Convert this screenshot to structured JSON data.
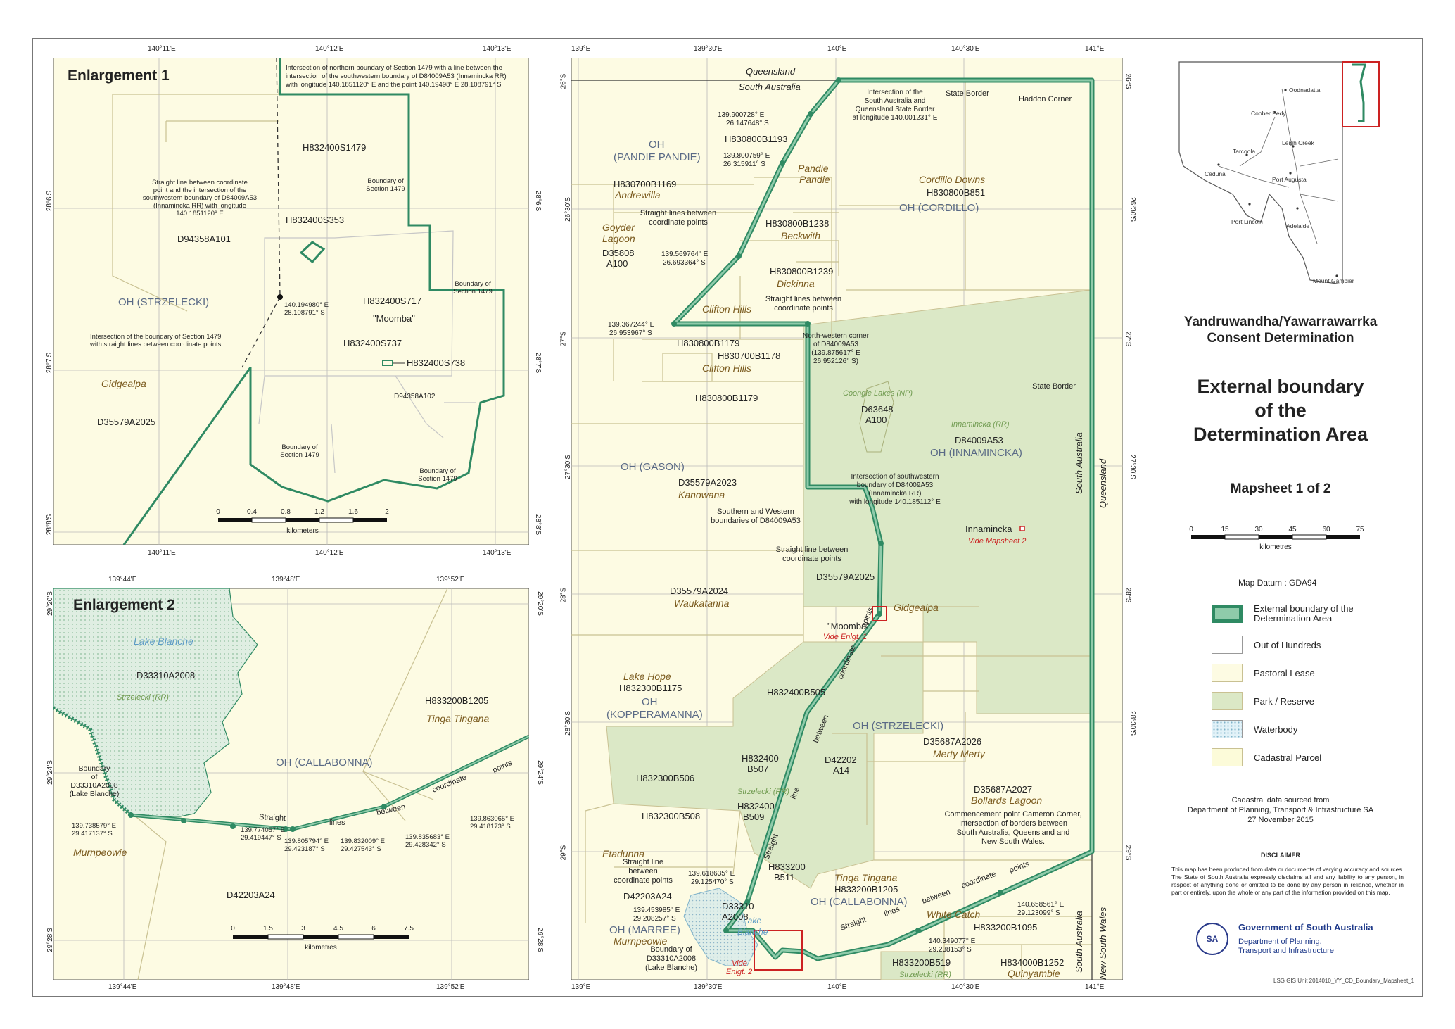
{
  "enlargement1": {
    "title": "Enlargement 1",
    "top_ticks": [
      "140°11'E",
      "140°12'E",
      "140°13'E"
    ],
    "bottom_ticks": [
      "140°11'E",
      "140°12'E",
      "140°13'E"
    ],
    "left_ticks": [
      "28°6'S",
      "28°7'S",
      "28°8'S"
    ],
    "right_ticks": [
      "28°6'S",
      "28°7'S",
      "28°8'S"
    ],
    "labels": {
      "s1479": "H832400S1479",
      "s353": "H832400S353",
      "d94358a101": "D94358A101",
      "strzelecki": "OH (STRZELECKI)",
      "s717": "H832400S717",
      "moomba": "\"Moomba\"",
      "s737": "H832400S737",
      "s738": "H832400S738",
      "gidgealpa": "Gidgealpa",
      "d35579a2025": "D35579A2025",
      "d94358a102": "D94358A102"
    },
    "annotations": {
      "top_note": [
        "Intersection of northern boundary of Section 1479 with a line between the",
        "intersection of the southwestern boundary of D84009A53 (Innamincka RR)",
        "with longitude 140.1851120° E and the point 140.19498° E 28.108791° S"
      ],
      "straight_line": [
        "Straight line between coordinate",
        "point and the intersection of the",
        "southwestern boundary of D84009A53",
        "(Innamincka RR) with longitude",
        "140.1851120° E"
      ],
      "boundary1": [
        "Boundary of",
        "Section 1479"
      ],
      "boundary2": [
        "Boundary of",
        "Section 1479"
      ],
      "coord": [
        "140.194980° E",
        "28.108791° S"
      ],
      "intersection": [
        "Intersection of the boundary of Section 1479",
        "with straight lines between coordinate points"
      ],
      "boundary3": [
        "Boundary of",
        "Section 1479"
      ],
      "boundary4": [
        "Boundary of",
        "Section 1479"
      ]
    },
    "scale": {
      "ticks": [
        "0",
        "0.4",
        "0.8",
        "1.2",
        "1.6",
        "2"
      ],
      "unit": "kilometers"
    }
  },
  "enlargement2": {
    "title": "Enlargement 2",
    "top_ticks": [
      "139°44'E",
      "139°48'E",
      "139°52'E"
    ],
    "bottom_ticks": [
      "139°44'E",
      "139°48'E",
      "139°52'E"
    ],
    "left_ticks": [
      "29°20'S",
      "29°24'S",
      "29°28'S"
    ],
    "right_ticks": [
      "29°20'S",
      "29°24'S",
      "29°28'S"
    ],
    "labels": {
      "lake_blanche": "Lake Blanche",
      "d33310": "D33310A2008",
      "strzelecki_rr": "Strzelecki (RR)",
      "h833200b1205": "H833200B1205",
      "tinga": "Tinga Tingana",
      "callabonna": "OH (CALLABONNA)",
      "boundary": [
        "Boundary",
        "of",
        "D33310A2008",
        "(Lake Blanche)"
      ],
      "murnpeowie": "Murnpeowie",
      "d42203a24": "D42203A24",
      "straight": "Straight",
      "lines": "lines",
      "between": "between",
      "coordinate": "coordinate",
      "points": "points"
    },
    "coords": [
      [
        "139.738579° E",
        "29.417137° S"
      ],
      [
        "139.774057° E",
        "29.419447° S"
      ],
      [
        "139.805794° E",
        "29.423187° S"
      ],
      [
        "139.832009° E",
        "29.427543° S"
      ],
      [
        "139.835683° E",
        "29.428342° S"
      ],
      [
        "139.863065° E",
        "29.418173° S"
      ]
    ],
    "scale": {
      "ticks": [
        "0",
        "1.5",
        "3",
        "4.5",
        "6",
        "7.5"
      ],
      "unit": "kilometres"
    }
  },
  "main_map": {
    "top_ticks": [
      "139°E",
      "139°30'E",
      "140°E",
      "140°30'E",
      "141°E"
    ],
    "bottom_ticks": [
      "139°E",
      "139°30'E",
      "140°E",
      "140°30'E",
      "141°E"
    ],
    "left_ticks": [
      "26°S",
      "26°30'S",
      "27°S",
      "27°30'S",
      "28°S",
      "28°30'S",
      "29°S"
    ],
    "right_ticks": [
      "26°S",
      "26°30'S",
      "27°S",
      "27°30'S",
      "28°S",
      "28°30'S",
      "29°S"
    ],
    "labels": {
      "queensland_top": "Queensland",
      "south_australia_top": "South Australia",
      "state_border_top": "State Border",
      "haddon_corner": "Haddon Corner",
      "qld_sb_note": [
        "Intersection of the",
        "South Australia and",
        "Queensland State Border",
        "at longitude 140.001231° E"
      ],
      "c1": [
        "139.900728° E",
        "26.147648° S"
      ],
      "b1193": "H830800B1193",
      "c2": [
        "139.800759° E",
        "26.315911° S"
      ],
      "oh_pandie": [
        "OH",
        "(PANDIE PANDIE)"
      ],
      "pandie": [
        "Pandie",
        "Pandie"
      ],
      "cordillo_downs": "Cordillo Downs",
      "b851": "H830800B851",
      "oh_cordillo": "OH (CORDILLO)",
      "b1169": "H830700B1169",
      "andrewilla": "Andrewilla",
      "straight_cp1": [
        "Straight lines between",
        "coordinate points"
      ],
      "b1238": "H830800B1238",
      "beckwith": "Beckwith",
      "goyder": [
        "Goyder",
        "Lagoon"
      ],
      "c3": [
        "139.569764° E",
        "26.693364° S"
      ],
      "d35808": [
        "D35808",
        "A100"
      ],
      "b1239": "H830800B1239",
      "dickinna": "Dickinna",
      "clifton1": "Clifton Hills",
      "straight_cp2": [
        "Straight lines between",
        "coordinate points"
      ],
      "c4": [
        "139.367244° E",
        "26.953967° S"
      ],
      "nw_corner": [
        "North-western corner",
        "of D84009A53",
        "(139.875617° E",
        "26.952126° S)"
      ],
      "b1179a": "H830800B1179",
      "b1178": "H830700B1178",
      "clifton2": "Clifton Hills",
      "b1179b": "H830800B1179",
      "coongie": "Coongie Lakes (NP)",
      "d63648": [
        "D63648",
        "A100"
      ],
      "state_border_right": "State Border",
      "innamincka_rr": "Innamincka (RR)",
      "d84009": "D84009A53",
      "oh_innamincka": "OH (INNAMINCKA)",
      "sa_vertical": "South Australia",
      "qld_vertical": "Queensland",
      "oh_gason": "OH (GASON)",
      "d35579a2023": "D35579A2023",
      "kanowana": "Kanowana",
      "sw_intersection": [
        "Intersection of southwestern",
        "boundary of D84009A53",
        "(Innamincka RR)",
        "with longitude 140.185112° E"
      ],
      "sw_boundaries": [
        "Southern and Western",
        "boundaries of D84009A53"
      ],
      "innamincka": "Innamincka",
      "vide2a": "Vide Mapsheet 2",
      "straight_cp3": [
        "Straight line between",
        "coordinate points"
      ],
      "d35579a2025": "D35579A2025",
      "d35579a2024": "D35579A2024",
      "waukatanna": "Waukatanna",
      "gidgealpa": "Gidgealpa",
      "moomba": "\"Moomba\"",
      "vide1": "Vide Enlgt. 1",
      "lake_hope": "Lake Hope",
      "b1175": "H832300B1175",
      "oh_kopperamanna": [
        "OH",
        "(KOPPERAMANNA)"
      ],
      "b505": "H832400B505",
      "oh_strzelecki": "OH (STRZELECKI)",
      "b507": [
        "H832400",
        "B507"
      ],
      "d42202": [
        "D42202",
        "A14"
      ],
      "d35687a2026": "D35687A2026",
      "merty": "Merty Merty",
      "b506": "H832300B506",
      "strzelecki_rr": "Strzelecki (RR)",
      "b508": "H832300B508",
      "b509": [
        "H832400",
        "B509"
      ],
      "d35687a2027": "D35687A2027",
      "bollards": "Bollards Lagoon",
      "etadunna": "Etadunna",
      "commencement": [
        "Commencement point Cameron Corner,",
        "Intersection of borders between",
        "South Australia, Queensland and",
        "New South Wales."
      ],
      "straight_line_cp": [
        "Straight line",
        "between",
        "coordinate points"
      ],
      "c5": [
        "139.618635° E",
        "29.125470° S"
      ],
      "d42203": "D42203A24",
      "c6": [
        "139.453985° E",
        "29.208257° S"
      ],
      "d33310": [
        "D33310",
        "A2008"
      ],
      "lake_blanche": [
        "Lake",
        "Blanche"
      ],
      "b511": [
        "H833200",
        "B511"
      ],
      "tinga": "Tinga Tingana",
      "b1205": "H833200B1205",
      "oh_callabonna": "OH (CALLABONNA)",
      "c7": [
        "140.658561° E",
        "29.123099° S"
      ],
      "c8": [
        "140.349077° E",
        "29.238153° S"
      ],
      "white_catch": "White Catch",
      "b1095": "H833200B1095",
      "oh_marree": "OH (MARREE)",
      "murnpeowie": "Murnpeowie",
      "boundary_lb": [
        "Boundary of",
        "D33310A2008",
        "(Lake Blanche)"
      ],
      "vide2": [
        "Vide",
        "Enlgt. 2"
      ],
      "b519": "H833200B519",
      "strzelecki_rr2": "Strzelecki (RR)",
      "b1252": "H834000B1252",
      "quinyambie": "Quinyambie",
      "sa_vertical2": "South Australia",
      "nsw_vertical": "New South Wales",
      "straight": "Straight",
      "lines": "lines",
      "between": "between",
      "coordinate": "coordinate",
      "points": "points",
      "line_v": "line",
      "between_v": "between",
      "coordinate_v": "coordinate",
      "points_v": "points",
      "straight_v": "Straight"
    }
  },
  "inset": {
    "towns": [
      "Oodnadatta",
      "Coober Pedy",
      "Leigh Creek",
      "Tarcoola",
      "Ceduna",
      "Port Augusta",
      "Port Lincoln",
      "Adelaide",
      "Mount Gambier"
    ]
  },
  "sidebar": {
    "title": [
      "Yandruwandha/Yawarrawarrka",
      "Consent Determination"
    ],
    "subtitle": [
      "External boundary",
      "of the",
      "Determination Area"
    ],
    "mapsheet": "Mapsheet 1 of 2",
    "scale": {
      "ticks": [
        "0",
        "15",
        "30",
        "45",
        "60",
        "75"
      ],
      "unit": "kilometres"
    },
    "datum": "Map Datum : GDA94",
    "legend": [
      {
        "label": [
          "External boundary of the",
          "Determination Area"
        ],
        "color": "#3a9a6f"
      },
      {
        "label": [
          "Out of Hundreds"
        ],
        "color": "#ffffff"
      },
      {
        "label": [
          "Pastoral Lease"
        ],
        "color": "#fdfbe3"
      },
      {
        "label": [
          "Park / Reserve"
        ],
        "color": "#dbe8c6"
      },
      {
        "label": [
          "Waterbody"
        ],
        "color": "#e2f2f8"
      },
      {
        "label": [
          "Cadastral Parcel"
        ],
        "color": "#fcfbd9"
      }
    ],
    "source": [
      "Cadastral data sourced from",
      "Department of Planning, Transport & Infrastructure SA",
      "27 November 2015"
    ],
    "disclaimer_title": "DISCLAIMER",
    "disclaimer": "This map has been produced from data or documents of varying accuracy and sources. The State of South Australia expressly disclaims all and any liability to any person, in respect of anything done or omitted to be done by any person in reliance, whether in part or entirely, upon the whole or any part of the information provided on this map.",
    "gov_title": "Government of South Australia",
    "gov_dept": [
      "Department of Planning,",
      "Transport and Infrastructure"
    ],
    "seal_text": "SA",
    "footer": "LSG GIS Unit   2014010_YY_CD_Boundary_Mapsheet_1"
  },
  "colors": {
    "boundary": "#2f8a63",
    "boundary_fill": "#8fcbaa",
    "pastoral": "#fdfbe3",
    "park": "#dbe8c6",
    "water": "#dff0e8",
    "grid": "#b9b9b9",
    "parcel_line": "#c9c192",
    "name_text": "#7a5a1e",
    "oh_text": "#5a6a86",
    "vide_red": "#cc2222"
  },
  "colors_note": ""
}
